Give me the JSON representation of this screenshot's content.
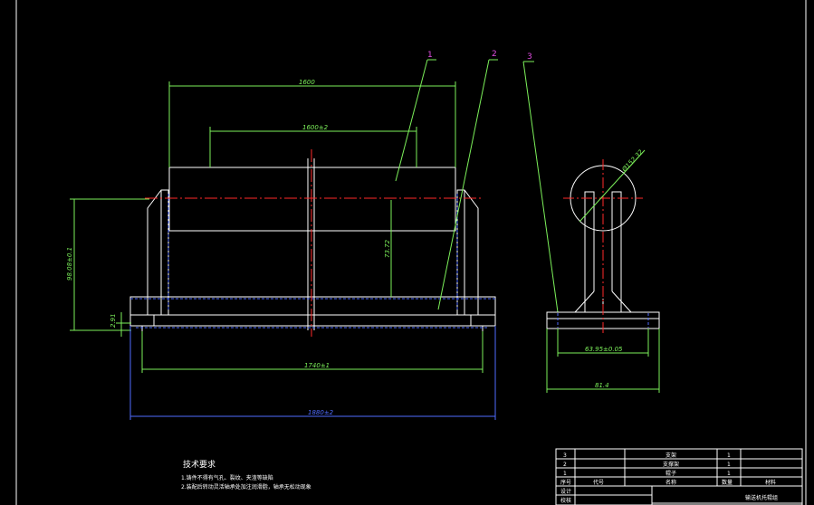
{
  "dimensions": {
    "overall_top": "1600",
    "roller_face": "1600±2",
    "diameter": "Ø152.32",
    "height_left": "98.08±0.1",
    "center_height": "73.72",
    "base_small": "2.91",
    "mount_span": "1740±1",
    "overall_base": "1880±2",
    "side_inner": "63.95±0.05",
    "side_outer": "81.4"
  },
  "callouts": [
    "1",
    "2",
    "3"
  ],
  "notes": {
    "title": "技术要求",
    "line1": "1.铸件不得有气孔、裂纹、夹渣等缺陷",
    "line2": "2.装配后转动灵活轴承处加注润滑脂，轴承无松动现象"
  },
  "title_block": {
    "rows": [
      {
        "no": "3",
        "name": "支架",
        "qty": "1"
      },
      {
        "no": "2",
        "name": "支撑架",
        "qty": "1"
      },
      {
        "no": "1",
        "name": "辊子",
        "qty": "1"
      }
    ],
    "header": {
      "no": "序号",
      "code": "代号",
      "name": "名称",
      "qty": "数量",
      "material": "材料"
    },
    "labels": {
      "design": "设计",
      "check": "校核"
    },
    "drawing_title": "输送机托辊组"
  }
}
